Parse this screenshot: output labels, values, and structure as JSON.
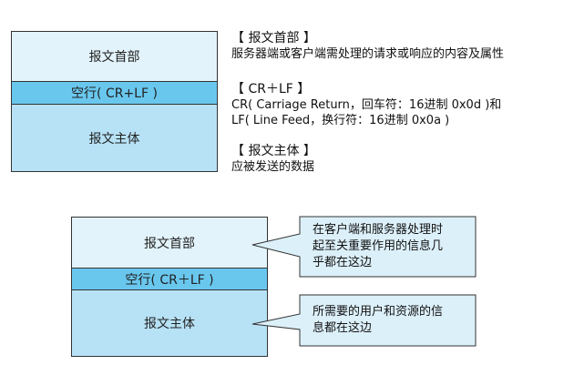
{
  "top_box": {
    "header": "报文首部",
    "blank_line": "空行( CR+LF )",
    "body": "报文主体"
  },
  "legend": {
    "header_title": "【 报文首部 】",
    "header_desc": "服务器端或客户端需处理的请求或响应的内容及属性",
    "crlf_title": "【 CR＋LF 】",
    "crlf_desc_1": "CR( Carriage Return，回车符：16进制 0x0d )和",
    "crlf_desc_2": "LF( Line Feed，换行符：16进制 0x0a )",
    "body_title": "【 报文主体 】",
    "body_desc": "应被发送的数据"
  },
  "bottom_box": {
    "header": "报文首部",
    "blank_line": "空行( CR＋LF )",
    "body": "报文主体"
  },
  "callouts": {
    "header_line_1": "在客户端和服务器处理时",
    "header_line_2": "起至关重要作用的信息几",
    "header_line_3": "乎都在这边",
    "body_line_1": "所需要的用户和资源的信",
    "body_line_2": "息都在这边"
  },
  "colors": {
    "header_fill": "#e2f3fb",
    "blank_fill": "#69c7ee",
    "body_fill": "#b7e2f6",
    "callout_fill": "#dcf0fa"
  }
}
